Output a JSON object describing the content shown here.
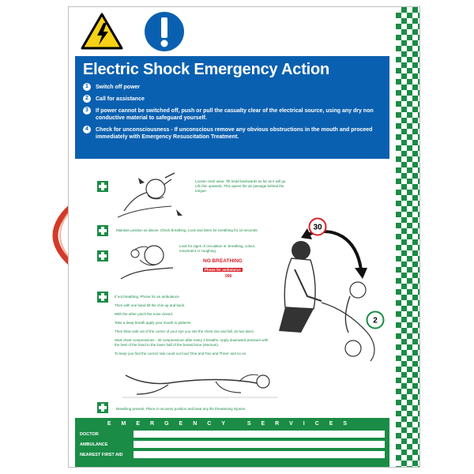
{
  "header": {
    "title": "Electric Shock Emergency Action",
    "steps": [
      {
        "num": "1",
        "text": "Switch off power"
      },
      {
        "num": "2",
        "text": "Call for assistance"
      },
      {
        "num": "3",
        "text": "If power cannot be switched off, push or pull the casualty clear of the electrical source, using any dry non conductive material to safeguard yourself."
      },
      {
        "num": "4",
        "text": "Check for unconsciousness - If unconscious remove any obvious obstructions in the mouth and proceed immediately with Emergency Resuscitation Treatment."
      }
    ]
  },
  "instructions": {
    "airway": "Loosen neck wear. Tilt head backwards as far as it will go. Lift chin upwards. This opens the air passage behind the tongue.",
    "breathing": "Maintain position as above. Check breathing. Look and listen for breathing for 10 seconds.",
    "circulation": "Look for signs of circulation ie. breathing, colour, movement or coughing.",
    "no_breathing": "NO BREATHING",
    "phone": "Phone for ambulance",
    "phone_number": "999",
    "compression_count": "30",
    "breath_count": "2",
    "cpr_steps": [
      "If not breathing. Phone for an ambulance.",
      "Then with one hand tilt the chin up and back.",
      "With the other pinch the nose closed.",
      "Take a deep breath apply your mouth to patients.",
      "Then blow until out of the corner of your eye you see the chest rise and fall, do two twice.",
      "Start chest compressions - 30 compressions after every 2 breaths. Apply downward pressure with the heel of the hand to the lower half of the breast bone (sternum).",
      "To keep you find the correct rate count out loud 'One and Two and Three' and so on."
    ],
    "recovery": "Breathing present. Place in recovery position and treat any life threatening injuries."
  },
  "emergency": {
    "title": "EMERGENCY SERVICES",
    "rows": [
      {
        "label": "DOCTOR"
      },
      {
        "label": "AMBULANCE"
      },
      {
        "label": "NEAREST FIRST AID"
      }
    ]
  },
  "colors": {
    "blue": "#0a60b0",
    "green": "#1a8c45",
    "red": "#d8232a",
    "yellow": "#f7d117"
  }
}
